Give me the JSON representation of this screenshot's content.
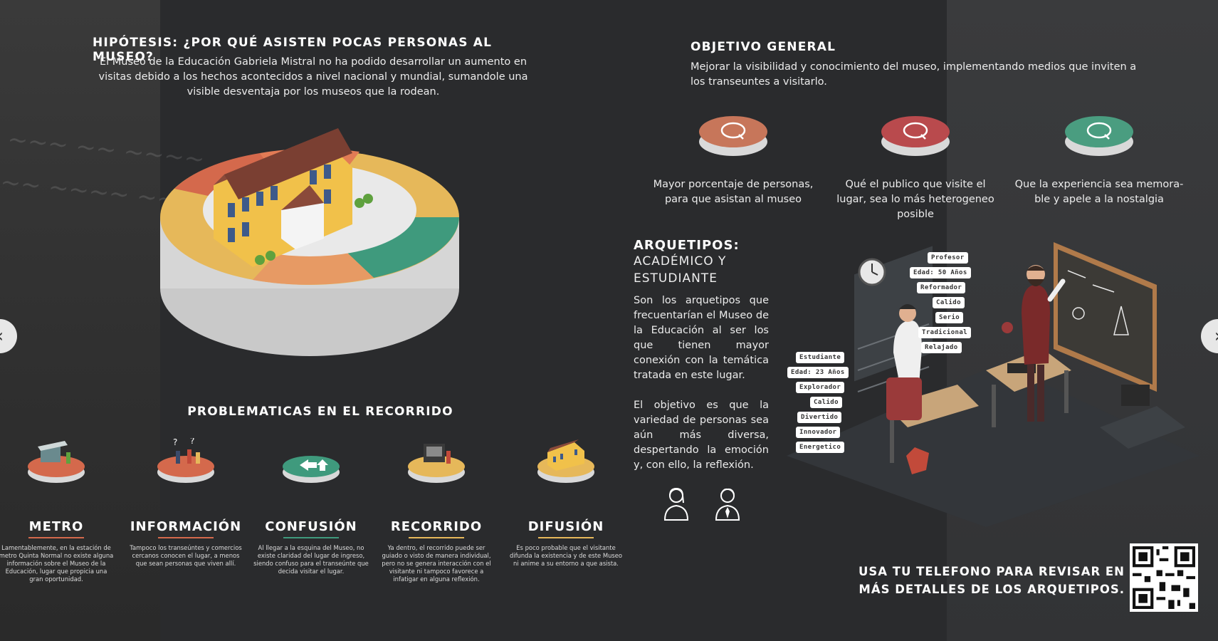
{
  "hypothesis": {
    "title": "HIPÓTESIS: ¿POR QUÉ ASISTEN POCAS PERSONAS AL MUSEO?",
    "text": "El Museo de la Educación Gabriela Mistral no ha podido desarrollar un aumento en visitas debido a los hechos acontecidos a nivel nacional y mundial, sumandole una visible desventaja por los museos que la rodean."
  },
  "problems": {
    "title": "PROBLEMATICAS EN EL RECORRIDO",
    "items": [
      {
        "name": "METRO",
        "color": "#d4694c",
        "desc": "Lamentablemente, en la estación de metro Quinta Normal no existe alguna información sobre el Museo de la Educación, lugar que propicia una gran oportunidad."
      },
      {
        "name": "INFORMACIÓN",
        "color": "#d4694c",
        "desc": "Tampoco los transeúntes y comercios cercanos conocen el lugar, a menos que sean personas que viven allí."
      },
      {
        "name": "CONFUSIÓN",
        "color": "#3f9a7d",
        "desc": "Al llegar a la esquina del Museo, no existe claridad del lugar de ingreso, siendo confuso para el transeúnte que decida visitar el lugar."
      },
      {
        "name": "RECORRIDO",
        "color": "#e6b85a",
        "desc": "Ya dentro, el recorrido puede ser guiado o visto de manera individual, pero no se genera interacción con el visitante ni tampoco favorece a infatigar en alguna reflexión."
      },
      {
        "name": "DIFUSIÓN",
        "color": "#e6b85a",
        "desc": "Es poco probable que el visitante difunda la existencia y de este Museo ni anime a su entorno a que asista."
      }
    ]
  },
  "objective": {
    "title": "OBJETIVO GENERAL",
    "text": "Mejorar la visibilidad y conocimiento del museo, implementando medios que inviten a los transeuntes a visitarlo.",
    "goals": [
      {
        "label": "Mayor porcentaje de personas, para que asistan al museo",
        "color": "#c7765a"
      },
      {
        "label": "Qué el publico que visite el lugar, sea lo más heterogeneo posible",
        "color": "#b94a4d"
      },
      {
        "label": "Que la experiencia sea memora-ble y apele a la nostalgia",
        "color": "#4a9d80"
      }
    ]
  },
  "archetypes": {
    "title": "ARQUETIPOS:",
    "sub1": "ACADÉMICO Y",
    "sub2": "ESTUDIANTE",
    "p1": "Son los arquetipos que frecuentarían el Museo de la Educación al ser los que tienen mayor conexión con la temática tratada en este lugar.",
    "p2": "El objetivo es que la variedad de personas sea aún más diversa, despertando la emoción y, con ello, la reflexión.",
    "teacher_tags": [
      "Profesor",
      "Edad: 50 Años",
      "Reformador",
      "Calido",
      "Serio",
      "Tradicional",
      "Relajado"
    ],
    "student_tags": [
      "Estudiante",
      "Edad: 23 Años",
      "Explorador",
      "Calido",
      "Divertido",
      "Innovador",
      "Energetico"
    ]
  },
  "qr": {
    "line1": "USA TU TELEFONO PARA REVISAR EN",
    "line2": "MÁS DETALLES DE LOS ARQUETIPOS."
  },
  "colors": {
    "coral": "#d4694c",
    "green": "#3f9a7d",
    "yellow": "#e6b85a",
    "red": "#b94a4d"
  }
}
